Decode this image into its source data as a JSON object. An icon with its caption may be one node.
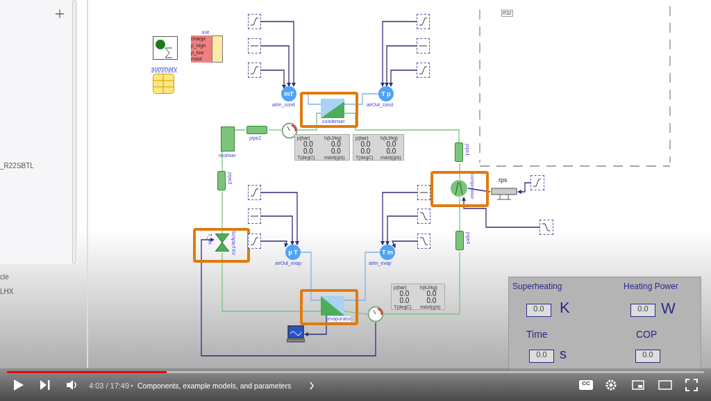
{
  "diagram": {
    "nodes": [
      {
        "text": [
          "summary"
        ]
      },
      {
        "text": [
          "init",
          "charge",
          "p_high",
          "p_low",
          "mdot"
        ]
      },
      {
        "text": [],
        "shape": "box"
      },
      {
        "text": [],
        "shape": "box"
      },
      {
        "text": [],
        "shape": "box"
      },
      {
        "text": [
          "mT",
          "airIn_cond"
        ]
      },
      {
        "text": [
          "condenser"
        ]
      },
      {
        "text": [
          "T p",
          "airOut_cond"
        ]
      },
      {
        "text": [],
        "shape": "box"
      },
      {
        "text": [],
        "shape": "box"
      },
      {
        "text": [],
        "shape": "box"
      },
      {
        "text": [
          "receiver"
        ]
      },
      {
        "text": [
          "pipe2"
        ]
      },
      {
        "text": [],
        "shape": "circle"
      },
      {
        "text": [
          "p(bar)",
          "h(kJ/kg)",
          "0.0",
          "0.0",
          "0.0",
          "0.0",
          "T(degC)",
          "mdot(g/s)"
        ]
      },
      {
        "text": [
          "p(bar)",
          "h(kJ/kg)",
          "0.0",
          "0.0",
          "0.0",
          "0.0",
          "T(degC)",
          "mdot(g/s)"
        ]
      },
      {
        "text": [
          "pipe1"
        ]
      },
      {
        "text": [
          "compressor"
        ]
      },
      {
        "text": [
          "rps"
        ]
      },
      {
        "text": [],
        "shape": "box"
      },
      {
        "text": [],
        "shape": "box"
      },
      {
        "text": [
          "pipe3"
        ]
      },
      {
        "text": [
          "T_sh",
          "SimpleTXV"
        ]
      },
      {
        "text": [],
        "shape": "box"
      },
      {
        "text": [],
        "shape": "box"
      },
      {
        "text": [],
        "shape": "box"
      },
      {
        "text": [
          "p T",
          "airOut_evap"
        ]
      },
      {
        "text": [],
        "shape": "box"
      },
      {
        "text": [],
        "shape": "box"
      },
      {
        "text": [],
        "shape": "box"
      },
      {
        "text": [
          "T m",
          "airIn_evap"
        ]
      },
      {
        "text": [
          "evaporator"
        ]
      },
      {
        "text": [],
        "shape": "circle"
      },
      {
        "text": [
          "p(bar)",
          "h(kJ/kg)",
          "0.0",
          "0.0",
          "0.0",
          "0.0",
          "T(degC)",
          "mdot(g/s)"
        ]
      },
      {
        "text": [
          "pipe4"
        ]
      },
      {
        "text": [],
        "shape": "picture"
      }
    ],
    "edges": [
      {
        "from": 16,
        "to": 6,
        "arrow": "none",
        "color": "#7cc47c"
      },
      {
        "from": 6,
        "to": 13,
        "arrow": "none",
        "color": "#7cc47c"
      },
      {
        "from": 13,
        "to": 12,
        "arrow": "none",
        "color": "#7cc47c"
      },
      {
        "from": 12,
        "to": 11,
        "arrow": "none",
        "color": "#7cc47c"
      },
      {
        "from": 11,
        "to": 21,
        "arrow": "none",
        "color": "#7cc47c"
      },
      {
        "from": 21,
        "to": 22,
        "arrow": "none",
        "color": "#7cc47c"
      },
      {
        "from": 22,
        "to": 31,
        "arrow": "none",
        "color": "#7cc47c"
      },
      {
        "from": 31,
        "to": 32,
        "arrow": "none",
        "color": "#7cc47c"
      },
      {
        "from": 32,
        "to": 34,
        "arrow": "none",
        "color": "#7cc47c"
      },
      {
        "from": 34,
        "to": 17,
        "arrow": "none",
        "color": "#7cc47c"
      },
      {
        "from": 17,
        "to": 16,
        "arrow": "none",
        "color": "#7cc47c"
      },
      {
        "from": 5,
        "to": 6,
        "arrow": "none",
        "color": "#7fb2e5"
      },
      {
        "from": 6,
        "to": 7,
        "arrow": "none",
        "color": "#7fb2e5"
      },
      {
        "from": 26,
        "to": 31,
        "arrow": "none",
        "color": "#7fb2e5"
      },
      {
        "from": 30,
        "to": 31,
        "arrow": "none",
        "color": "#7fb2e5"
      },
      {
        "from": 2,
        "to": 5,
        "arrow": "to"
      },
      {
        "from": 3,
        "to": 5,
        "arrow": "to"
      },
      {
        "from": 4,
        "to": 5,
        "arrow": "to"
      },
      {
        "from": 8,
        "to": 7,
        "arrow": "to"
      },
      {
        "from": 9,
        "to": 7,
        "arrow": "to"
      },
      {
        "from": 10,
        "to": 7,
        "arrow": "to"
      },
      {
        "from": 23,
        "to": 26,
        "arrow": "to"
      },
      {
        "from": 24,
        "to": 26,
        "arrow": "to"
      },
      {
        "from": 25,
        "to": 26,
        "arrow": "to"
      },
      {
        "from": 27,
        "to": 30,
        "arrow": "to"
      },
      {
        "from": 28,
        "to": 30,
        "arrow": "to"
      },
      {
        "from": 29,
        "to": 30,
        "arrow": "to"
      },
      {
        "from": 19,
        "to": 18,
        "arrow": "to"
      },
      {
        "from": 20,
        "to": 17,
        "arrow": "to"
      },
      {
        "from": 18,
        "to": 17,
        "arrow": "none"
      },
      {
        "from": 32,
        "to": 22,
        "arrow": "to"
      },
      {
        "from": 31,
        "to": 35,
        "arrow": "to"
      }
    ],
    "labels": [
      "_R22SBTL",
      "cle",
      "LHX",
      "R32",
      "Superheating",
      "Heating Power",
      "0.0",
      "K",
      "0.0",
      "W",
      "Time",
      "COP",
      "0.0",
      "s",
      "0.0",
      "4:03 / 17:49",
      "Components, example models, and parameters",
      "CC"
    ]
  }
}
